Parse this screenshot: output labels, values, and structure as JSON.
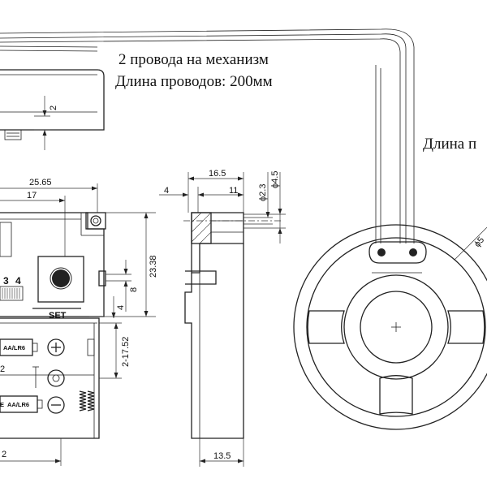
{
  "notes": {
    "wires": "2 провода на механизм",
    "wire_length": "Длина проводов: 200мм",
    "right_cut": "Длина п"
  },
  "dims": {
    "top_2": "2",
    "w_25_65": "25.65",
    "w_17": "17",
    "h_23_38": "23.38",
    "h_8": "8",
    "h_4": "4",
    "h_2_17_52": "2-17.52",
    "left_2": "2",
    "bottom_2": "2",
    "side_16_5": "16.5",
    "side_4": "4",
    "side_11": "11",
    "dia_2_3": "ϕ2.3",
    "dia_4_5": "ϕ4.5",
    "bottom_13_5": "13.5",
    "speaker_dia": "ϕ5"
  },
  "labels": {
    "num_3": "3",
    "num_4": "4",
    "set": "SET",
    "battery_1": "AA/LR6",
    "battery_2": "AA/LR6",
    "battery_2_prefix": "E"
  }
}
